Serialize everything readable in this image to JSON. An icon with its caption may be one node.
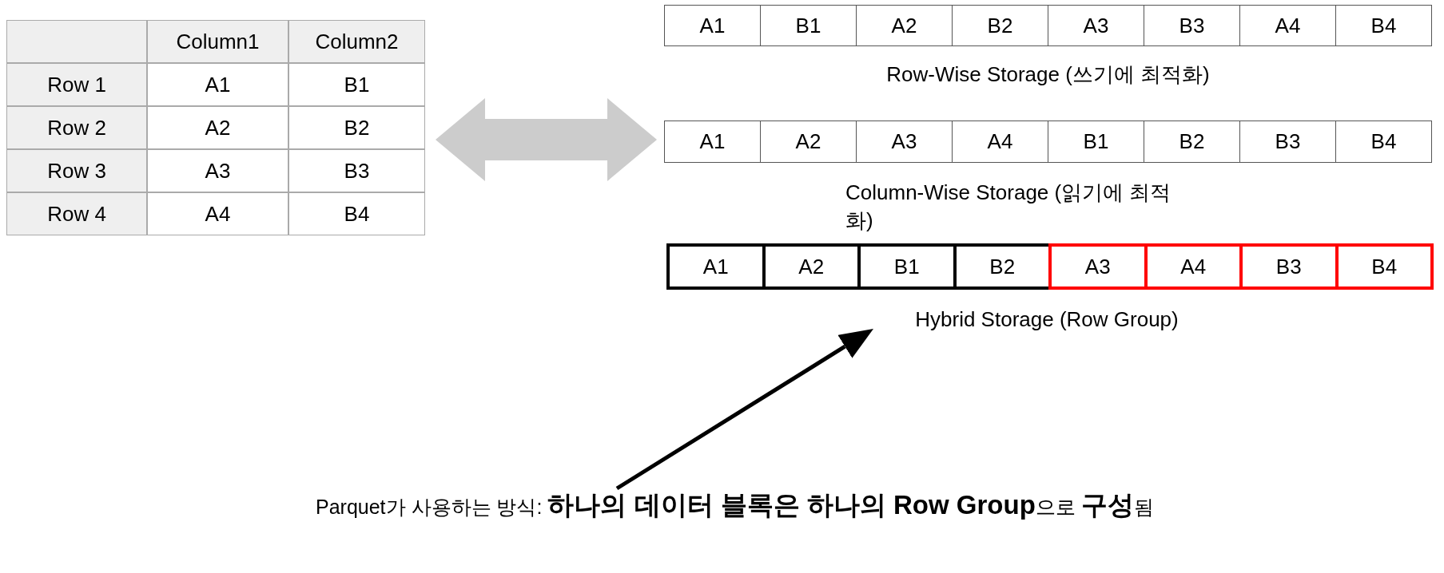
{
  "diagram": {
    "nodes": [
      {
        "text": [],
        "shape": "box"
      },
      {
        "text": [
          "A1",
          "B1",
          "A2",
          "B2",
          "A3",
          "B3",
          "A4",
          "B4"
        ],
        "beside": [
          "Row-Wise Storage (쓰기에 최적화)"
        ]
      },
      {
        "text": [
          "A1",
          "A2",
          "A3",
          "A4",
          "B1",
          "B2",
          "B3",
          "B4"
        ],
        "beside": [
          "Column-Wise Storage  (읽기에 최적화)"
        ]
      },
      {
        "text": [
          "A1",
          "A2",
          "B1",
          "B2"
        ]
      },
      {
        "text": [
          "A3",
          "A4",
          "B3",
          "B4"
        ]
      },
      {
        "text": [
          "Hybrid Storage (Row Group)"
        ]
      },
      {
        "text": [
          "Parquet가 사용하는 방식: **하나의 데이터 블록은 하나의 Row Group**으로 **구성**됨"
        ]
      }
    ],
    "edges": [
      {
        "from": 0,
        "to": 2,
        "arrow": "both",
        "style": "thick",
        "color": "#cccccc"
      },
      {
        "from": 6,
        "to": 5,
        "arrow": "to",
        "color": "#000000"
      }
    ],
    "labels": [
      "Column1",
      "Column2",
      "Row 1",
      "A1",
      "B1",
      "Row 2",
      "A2",
      "B2",
      "Row 3",
      "A3",
      "B3",
      "Row 4",
      "A4",
      "B4"
    ]
  }
}
